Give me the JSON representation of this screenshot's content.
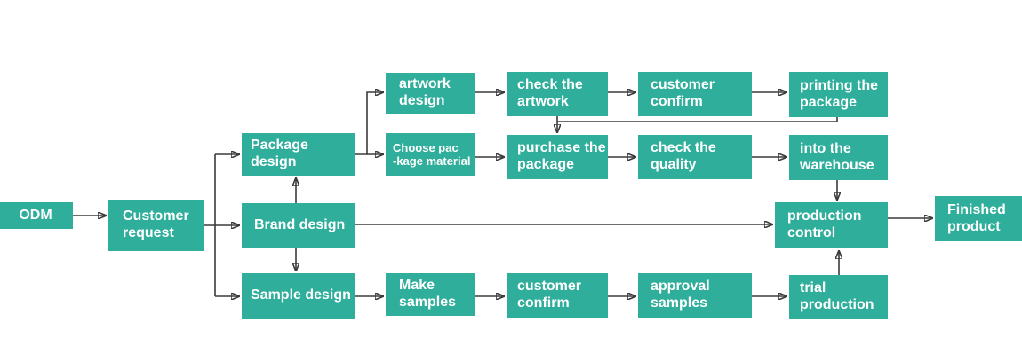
{
  "colors": {
    "node_fill": "#2fae9b",
    "node_text": "#ffffff",
    "arrow": "#3b3b3b",
    "background": "#ffffff"
  },
  "flowchart": {
    "nodes": {
      "odm": {
        "label": "ODM"
      },
      "customer_request": {
        "label": "Customer\nrequest"
      },
      "package_design": {
        "label": "Package design"
      },
      "brand_design": {
        "label": "Brand design"
      },
      "sample_design": {
        "label": "Sample design"
      },
      "artwork_design": {
        "label": "artwork\ndesign"
      },
      "choose_package_material": {
        "label": "Choose pac\n-kage material"
      },
      "check_the_artwork": {
        "label": "check the\nartwork"
      },
      "customer_confirm_artwork": {
        "label": "customer\nconfirm"
      },
      "printing_the_package": {
        "label": "printing the\npackage"
      },
      "purchase_the_package": {
        "label": "purchase the\npackage"
      },
      "check_the_quality": {
        "label": "check the\nquality"
      },
      "into_the_warehouse": {
        "label": "into the\nwarehouse"
      },
      "make_samples": {
        "label": "Make\nsamples"
      },
      "customer_confirm_sample": {
        "label": "customer\nconfirm"
      },
      "approval_samples": {
        "label": "approval\nsamples"
      },
      "trial_production": {
        "label": "trial\nproduction"
      },
      "production_control": {
        "label": "production\ncontrol"
      },
      "finished_product": {
        "label": "Finished\nproduct"
      }
    },
    "edges": [
      {
        "from": "odm",
        "to": "customer_request"
      },
      {
        "from": "customer_request",
        "to": "package_design"
      },
      {
        "from": "customer_request",
        "to": "brand_design"
      },
      {
        "from": "customer_request",
        "to": "sample_design"
      },
      {
        "from": "brand_design",
        "to": "package_design"
      },
      {
        "from": "brand_design",
        "to": "sample_design"
      },
      {
        "from": "brand_design",
        "to": "production_control"
      },
      {
        "from": "package_design",
        "to": "artwork_design"
      },
      {
        "from": "package_design",
        "to": "choose_package_material"
      },
      {
        "from": "artwork_design",
        "to": "check_the_artwork"
      },
      {
        "from": "check_the_artwork",
        "to": "customer_confirm_artwork"
      },
      {
        "from": "customer_confirm_artwork",
        "to": "printing_the_package"
      },
      {
        "from": "printing_the_package",
        "to": "purchase_the_package"
      },
      {
        "from": "check_the_artwork",
        "to": "purchase_the_package"
      },
      {
        "from": "choose_package_material",
        "to": "purchase_the_package"
      },
      {
        "from": "purchase_the_package",
        "to": "check_the_quality"
      },
      {
        "from": "check_the_quality",
        "to": "into_the_warehouse"
      },
      {
        "from": "into_the_warehouse",
        "to": "production_control"
      },
      {
        "from": "sample_design",
        "to": "make_samples"
      },
      {
        "from": "make_samples",
        "to": "customer_confirm_sample"
      },
      {
        "from": "customer_confirm_sample",
        "to": "approval_samples"
      },
      {
        "from": "approval_samples",
        "to": "trial_production"
      },
      {
        "from": "trial_production",
        "to": "production_control"
      },
      {
        "from": "production_control",
        "to": "finished_product"
      }
    ]
  }
}
